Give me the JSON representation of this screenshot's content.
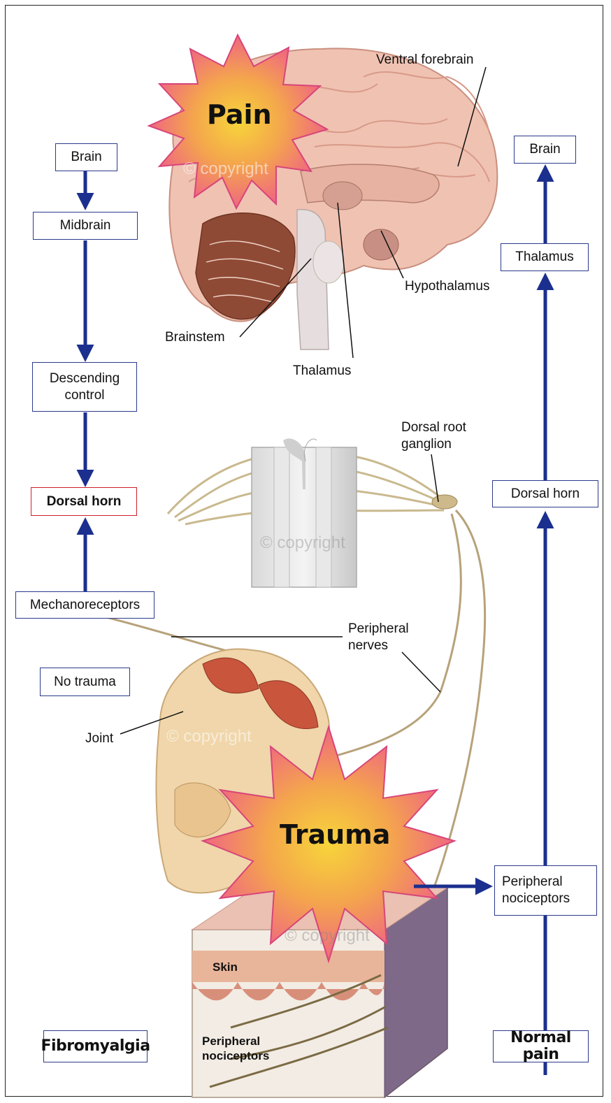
{
  "colors": {
    "arrow": "#1b2f8f",
    "box_border": "#2b3a8c",
    "highlight_border": "#d0202a",
    "burst_outer": "#ee5a8c",
    "burst_inner": "#f6d23c"
  },
  "left_pathway": {
    "brain": "Brain",
    "midbrain": "Midbrain",
    "descending_control": "Descending\ncontrol",
    "dorsal_horn": "Dorsal horn",
    "mechanoreceptors": "Mechanoreceptors",
    "no_trauma": "No trauma",
    "panel_title": "Fibromyalgia"
  },
  "right_pathway": {
    "brain": "Brain",
    "thalamus": "Thalamus",
    "dorsal_horn": "Dorsal horn",
    "peripheral_nociceptors": "Peripheral\nnociceptors",
    "panel_title": "Normal pain"
  },
  "anatomy_labels": {
    "ventral_forebrain": "Ventral forebrain",
    "hypothalamus": "Hypothalamus",
    "brainstem": "Brainstem",
    "thalamus": "Thalamus",
    "dorsal_root_ganglion": "Dorsal root\nganglion",
    "peripheral_nerves": "Peripheral\nnerves",
    "joint": "Joint",
    "skin": "Skin",
    "peripheral_nociceptors": "Peripheral\nnociceptors"
  },
  "bursts": {
    "pain": "Pain",
    "trauma": "Trauma"
  },
  "watermark": "© copyright"
}
